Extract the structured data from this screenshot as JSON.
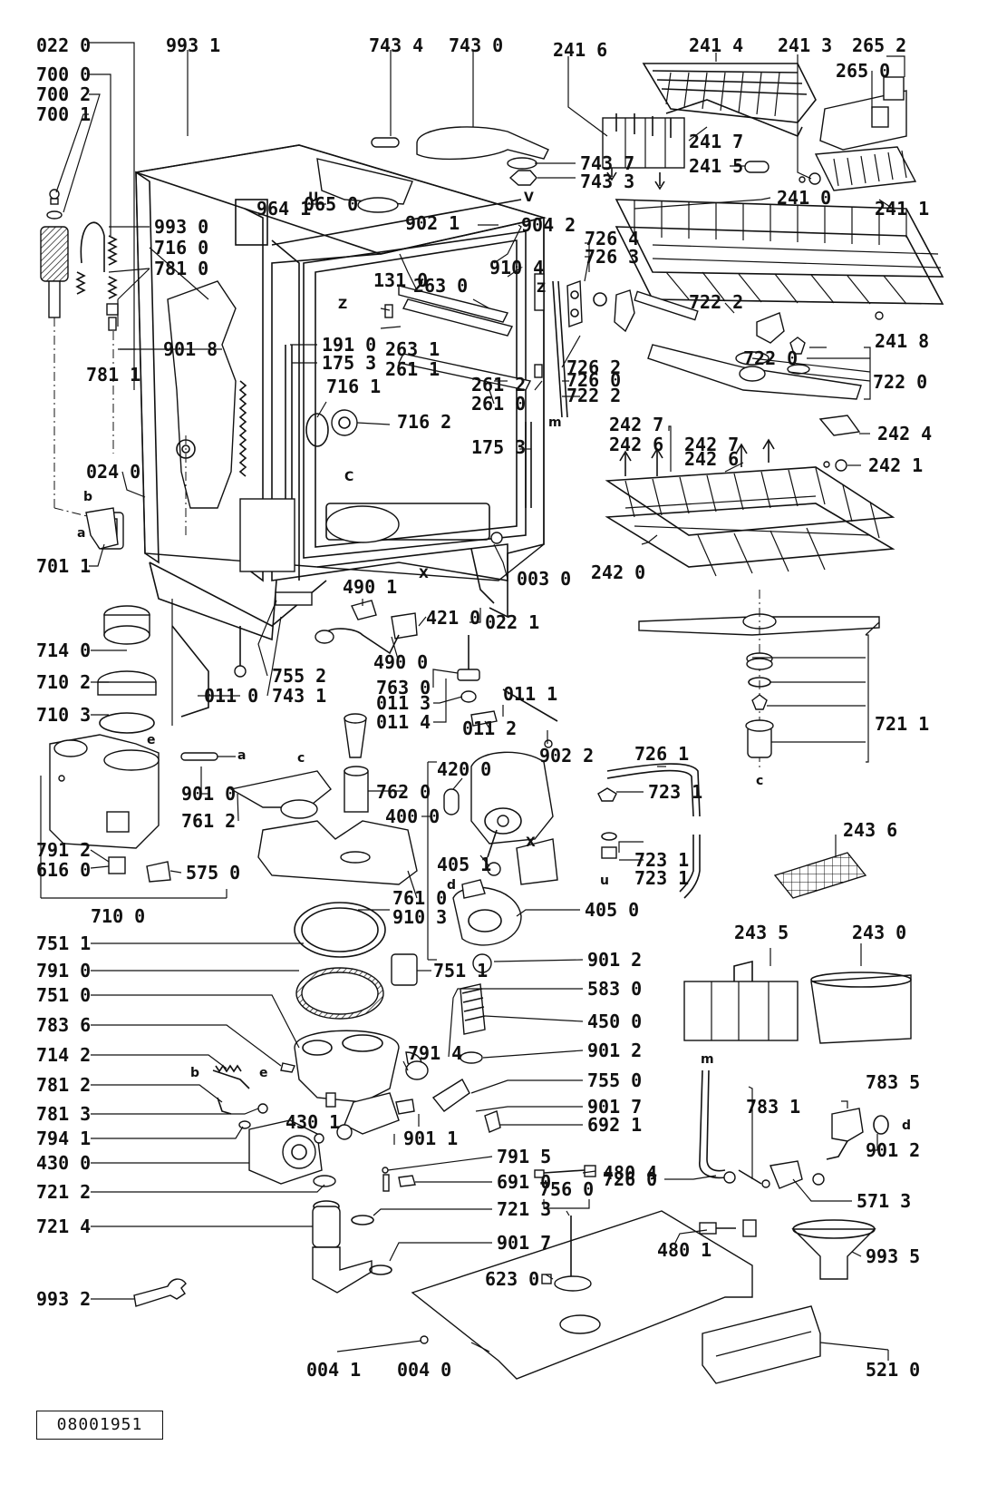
{
  "reference_number": "08001951",
  "part_labels": {
    "p0220": "022 0",
    "p9931": "993 1",
    "p7434": "743 4",
    "p7430": "743 0",
    "p2416": "241 6",
    "p2414": "241 4",
    "p2413": "241 3",
    "p2652": "265 2",
    "p2650": "265 0",
    "p7000": "700 0",
    "p7002": "700 2",
    "p7001": "700 1",
    "p7437": "743 7",
    "p7433": "743 3",
    "p2417": "241 7",
    "p2415": "241 5",
    "p2410": "241 0",
    "p2411": "241 1",
    "p0650": "065 0",
    "p9641": "964 1",
    "p9021": "902 1",
    "p9042": "904 2",
    "p9930": "993 0",
    "p7160": "716 0",
    "p7810": "781 0",
    "p9104": "910 4",
    "p7264": "726 4",
    "p7263": "726 3",
    "p1310": "131 0",
    "p2630": "263 0",
    "p7222": "722 2",
    "p7811": "781 1",
    "p9018": "901 8",
    "p1910": "191 0",
    "p1753a": "175 3",
    "p2631": "263 1",
    "p2611": "261 1",
    "p7262": "726 2",
    "p7220": "722 0",
    "p2418": "241 8",
    "p7161": "716 1",
    "p2612": "261 2",
    "p2610": "261 0",
    "p7260": "726 0",
    "p7221": "722 2",
    "p7220b": "722 0",
    "p7162": "716 2",
    "p2427a": "242 7",
    "p2426a": "242 6",
    "p2427b": "242 7",
    "p2426b": "242 6",
    "p2424": "242 4",
    "p1753b": "175 3",
    "p0240": "024 0",
    "p2421": "242 1",
    "p7011": "701 1",
    "p0030": "003 0",
    "p2420": "242 0",
    "p4901": "490 1",
    "p4210": "421 0",
    "p0221": "022 1",
    "p7140": "714 0",
    "p7552": "755 2",
    "p7431": "743 1",
    "p0110": "011 0",
    "p4900": "490 0",
    "p0111": "011 1",
    "p7102": "710 2",
    "p7103": "710 3",
    "p7630": "763 0",
    "p0113": "011 3",
    "p0114": "011 4",
    "p0112": "011 2",
    "p9022": "902 2",
    "p7261": "726 1",
    "p7211": "721 1",
    "p9010": "901 0",
    "p4200": "420 0",
    "p7231a": "723 1",
    "p7620": "762 0",
    "p4000": "400 0",
    "p7912": "791 2",
    "p7612": "761 2",
    "p2436": "243 6",
    "p6160": "616 0",
    "p5750": "575 0",
    "p4051": "405 1",
    "p7231b": "723 1",
    "p7231c": "723 1",
    "p7100": "710 0",
    "p7610": "761 0",
    "p9103": "910 3",
    "p4050": "405 0",
    "p7511a": "751 1",
    "p2435": "243 5",
    "p2430": "243 0",
    "p9012a": "901 2",
    "p7910": "791 0",
    "p7511b": "751 1",
    "p5830": "583 0",
    "p7510": "751 0",
    "p4500": "450 0",
    "p7836": "783 6",
    "p7914": "791 4",
    "p9012b": "901 2",
    "p7142": "714 2",
    "p7550": "755 0",
    "p7835": "783 5",
    "p7812": "781 2",
    "p9017a": "901 7",
    "p7831": "783 1",
    "p7813": "781 3",
    "p9011": "901 1",
    "p6921": "692 1",
    "p7941": "794 1",
    "p4301": "430 1",
    "p7915": "791 5",
    "p4804": "480 4",
    "p4300": "430 0",
    "p6910": "691 0",
    "p7260b": "726 0",
    "p9012c": "901 2",
    "p5713": "571 3",
    "p7212": "721 2",
    "p7560": "756 0",
    "p7213": "721 3",
    "p7214": "721 4",
    "p9017b": "901 7",
    "p4801": "480 1",
    "p9935": "993 5",
    "p6230": "623 0",
    "p9932": "993 2",
    "p0041": "004 1",
    "p0040": "004 0",
    "p5210": "521 0"
  },
  "connection_letters": {
    "u1": "U",
    "v1": "V",
    "z1": "Z",
    "z2": "Z",
    "c1": "C",
    "b1": "b",
    "a1": "a",
    "x1": "X",
    "m1": "m",
    "e1": "e",
    "a2": "a",
    "c2": "c",
    "x2": "X",
    "d1": "d",
    "u2": "u",
    "c3": "c",
    "b2": "b",
    "e2": "e",
    "m2": "m",
    "d2": "d"
  },
  "colors": {
    "ink": "#111111",
    "paper": "#ffffff"
  }
}
